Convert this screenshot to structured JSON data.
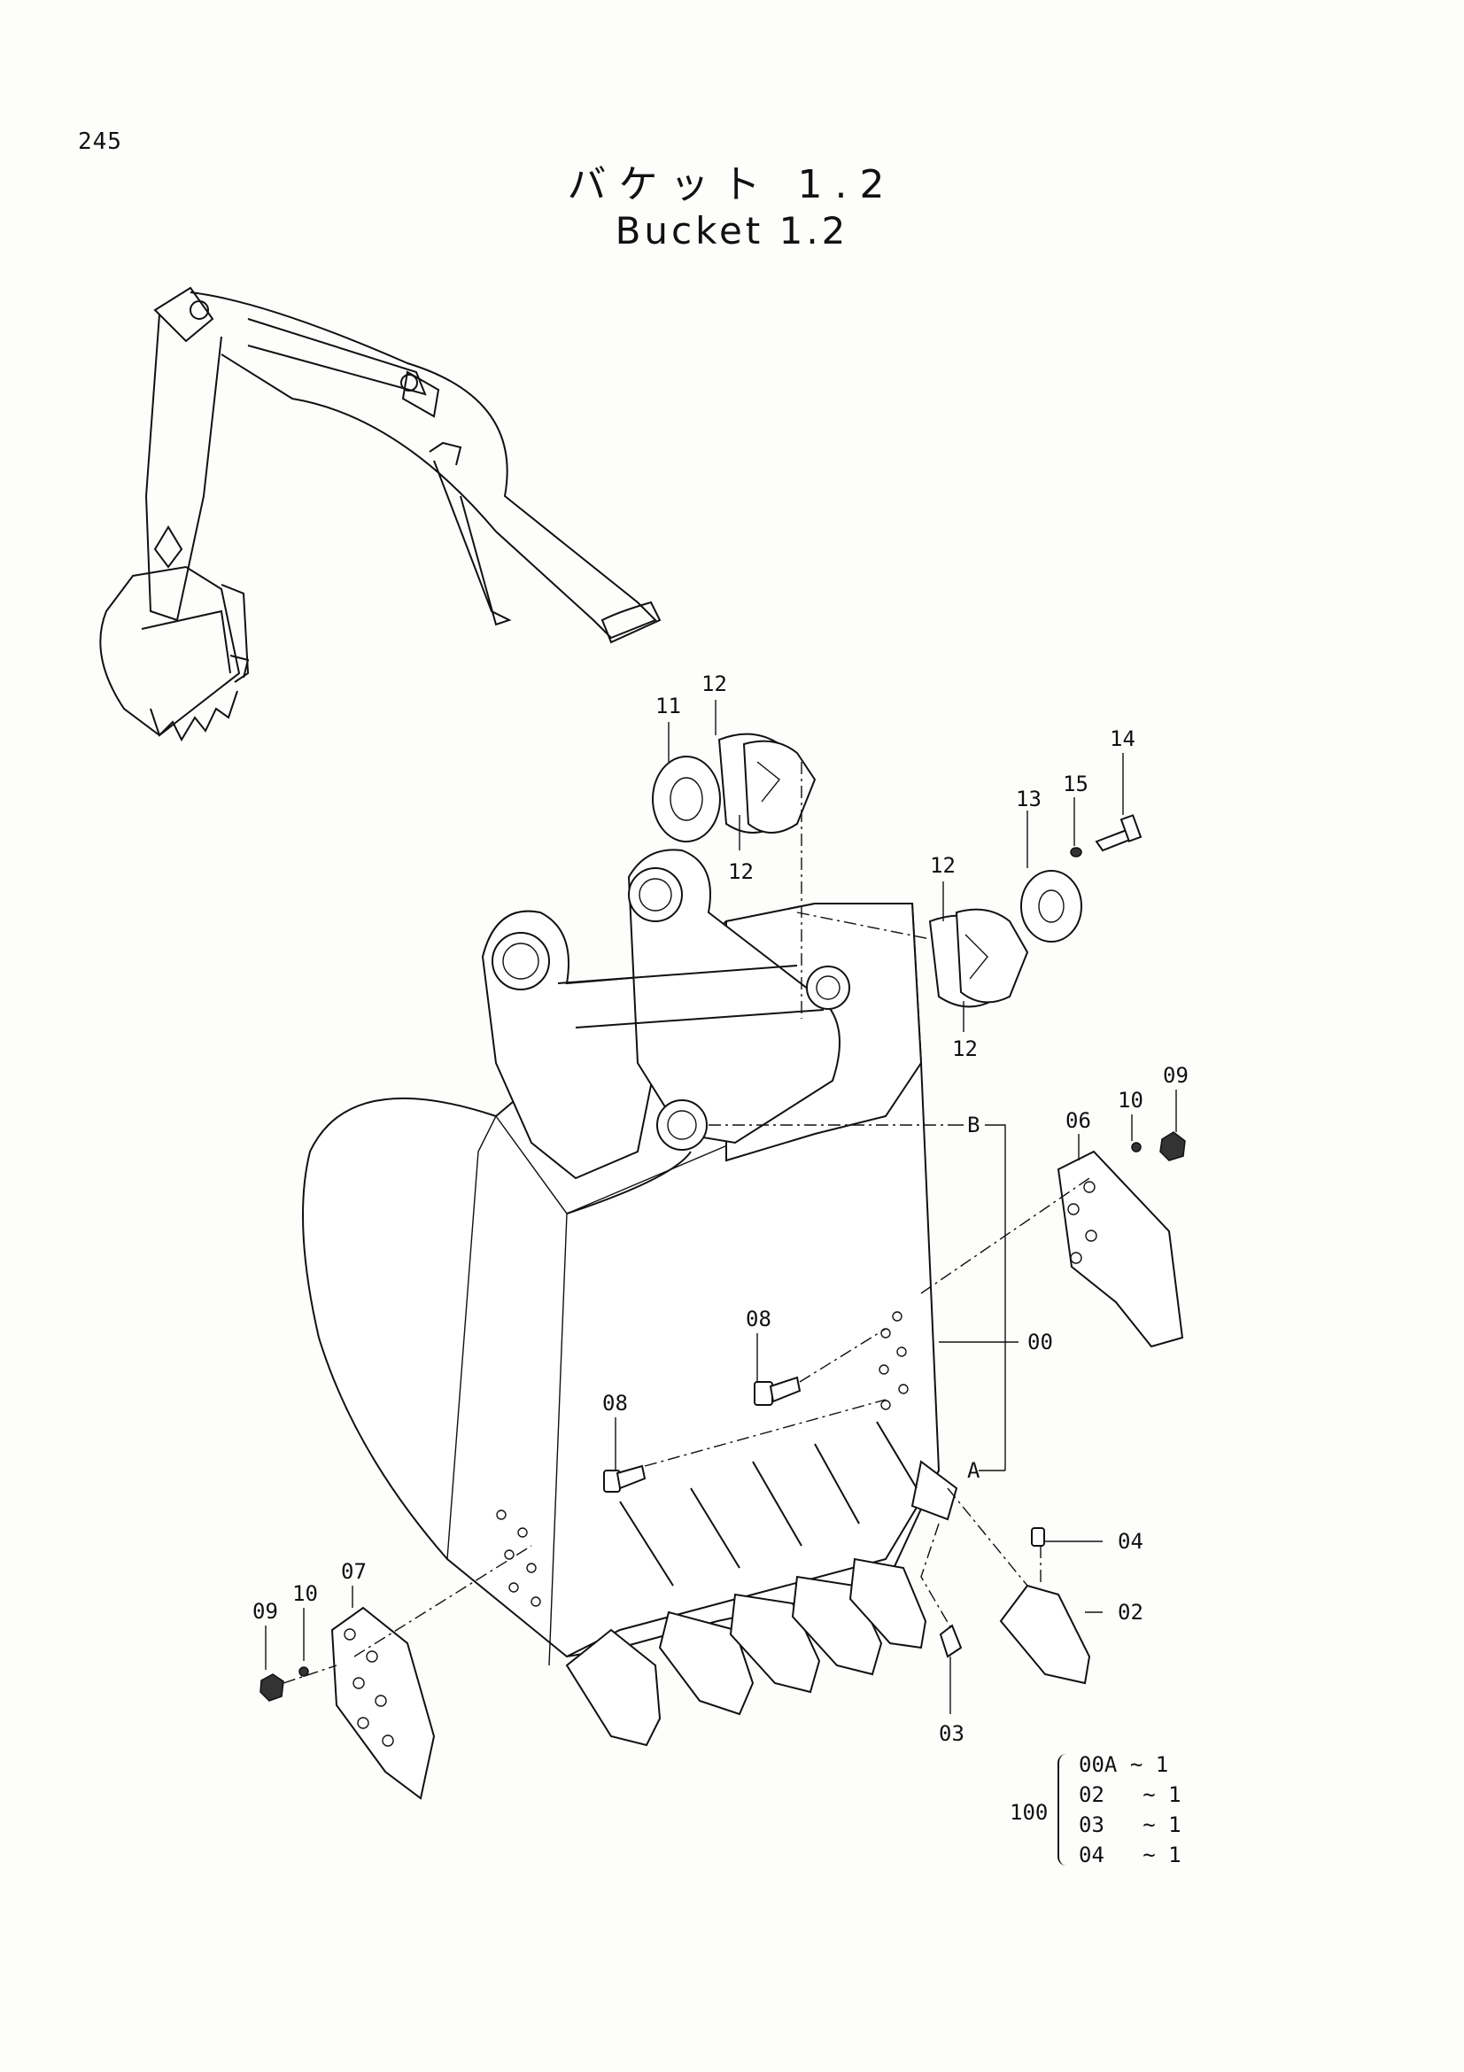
{
  "page_number": "245",
  "title_ja": "バケット 1.2",
  "title_en": "Bucket 1.2",
  "callouts": {
    "p11": "11",
    "p12a": "12",
    "p12b": "12",
    "p12c": "12",
    "p12d": "12",
    "p13": "13",
    "p14": "14",
    "p15": "15",
    "p09r": "09",
    "p10r": "10",
    "p06": "06",
    "pB": "B",
    "p00": "00",
    "p08a": "08",
    "p08b": "08",
    "pA": "A",
    "p04": "04",
    "p02": "02",
    "p03": "03",
    "p07": "07",
    "p10l": "10",
    "p09l": "09"
  },
  "kit": {
    "total": "100",
    "rows": [
      {
        "part": "00A",
        "qty": "~ 1"
      },
      {
        "part": "02",
        "qty": " ~ 1"
      },
      {
        "part": "03",
        "qty": " ~ 1"
      },
      {
        "part": "04",
        "qty": " ~ 1"
      }
    ]
  }
}
